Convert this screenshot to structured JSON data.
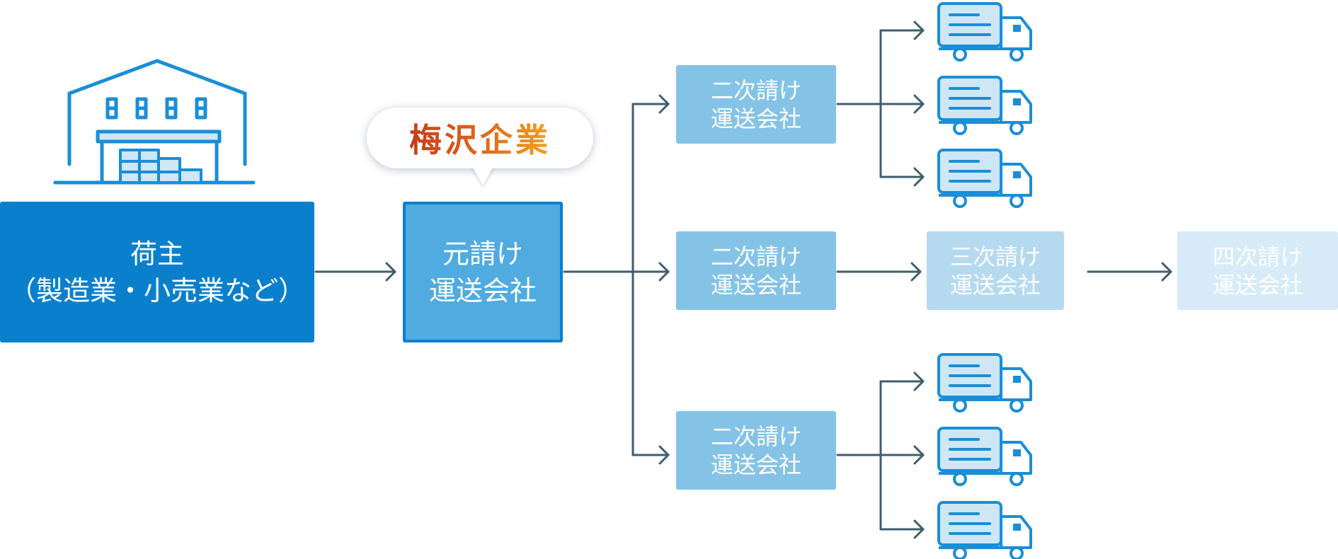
{
  "nodes": {
    "shipper": {
      "line1": "荷主",
      "line2": "（製造業・小売業など）"
    },
    "prime": {
      "line1": "元請け",
      "line2": "運送会社"
    },
    "secondary": {
      "line1": "二次請け",
      "line2": "運送会社"
    },
    "tertiary": {
      "line1": "三次請け",
      "line2": "運送会社"
    },
    "quaternary": {
      "line1": "四次請け",
      "line2": "運送会社"
    }
  },
  "callout": {
    "company_name": "梅沢企業"
  },
  "icons": {
    "factory": "factory-icon",
    "truck": "truck-icon"
  },
  "colors": {
    "shipper": "#0a80cc",
    "prime": "#4fabe0",
    "secondary": "#84c3e6",
    "tertiary": "#b5daf0",
    "quaternary": "#d6ebf7",
    "arrow": "#3e5d6f",
    "icon_stroke": "#1a8ed6",
    "icon_fill": "#cfe6f5",
    "callout_gradient": [
      "#c8391a",
      "#f2a21e"
    ]
  }
}
